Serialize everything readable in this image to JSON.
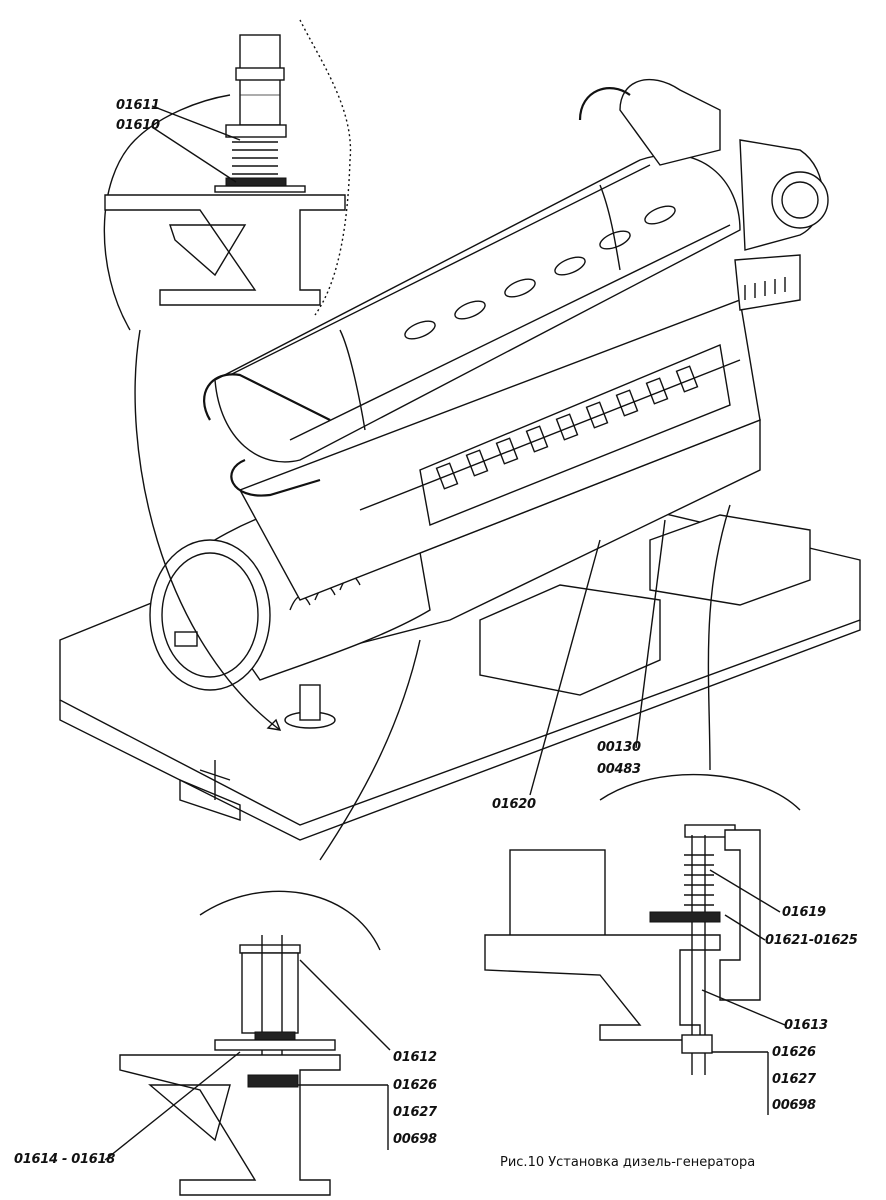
{
  "callouts": {
    "top_detail": [
      "01611",
      "01610"
    ],
    "main_view": [
      "00130",
      "00483",
      "01620"
    ],
    "right_detail": [
      "01619",
      "01621-01625",
      "01613",
      "01626",
      "01627",
      "00698"
    ],
    "left_detail": [
      "01612",
      "01626",
      "01627",
      "00698",
      "01614 - 01618"
    ]
  },
  "caption": "Рис.10 Установка дизель-генератора"
}
